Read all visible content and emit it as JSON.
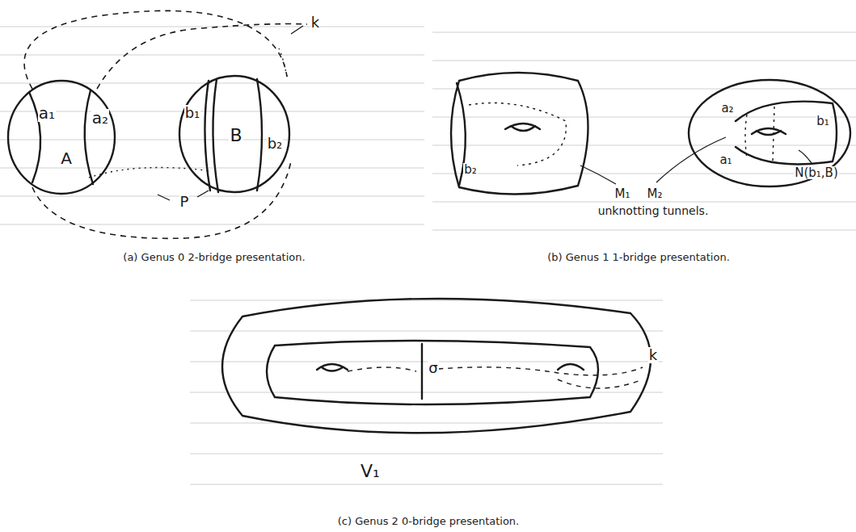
{
  "diagram": {
    "labels": [
      "a₁",
      "a₂",
      "A",
      "b₁",
      "B",
      "b₂",
      "P",
      "k",
      "b₂",
      "M₁",
      "M₂",
      "unknotting tunnels.",
      "a₂",
      "b₁",
      "a₁",
      "N(b₁,B)",
      "σ",
      "k",
      "V₁",
      "(a) Genus 0 2-bridge presentation.",
      "(b) Genus 1 1-bridge presentation.",
      "(c) Genus 2 0-bridge presentation."
    ]
  }
}
